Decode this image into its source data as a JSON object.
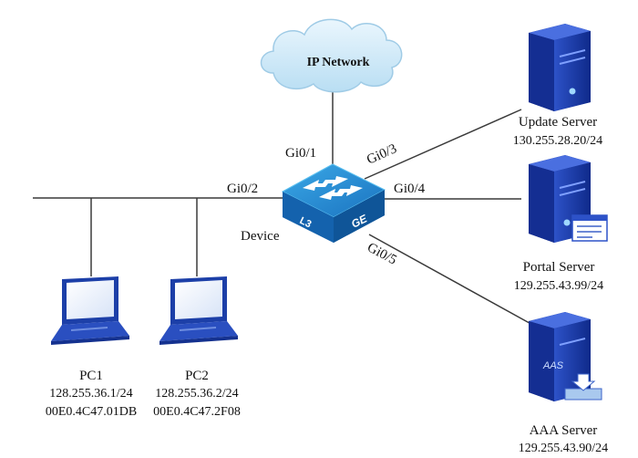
{
  "cloud": {
    "label": "IP Network"
  },
  "device": {
    "label": "Device",
    "badge_left": "L3",
    "badge_right": "GE"
  },
  "ports": {
    "gi01": "Gi0/1",
    "gi02": "Gi0/2",
    "gi03": "Gi0/3",
    "gi04": "Gi0/4",
    "gi05": "Gi0/5"
  },
  "servers": {
    "update": {
      "name": "Update Server",
      "ip": "130.255.28.20/24"
    },
    "portal": {
      "name": "Portal Server",
      "ip": "129.255.43.99/24"
    },
    "aaa": {
      "name": "AAA Server",
      "ip": "129.255.43.90/24",
      "tag": "AAS"
    }
  },
  "pcs": {
    "pc1": {
      "name": "PC1",
      "ip": "128.255.36.1/24",
      "mac": "00E0.4C47.01DB"
    },
    "pc2": {
      "name": "PC2",
      "ip": "128.255.36.2/24",
      "mac": "00E0.4C47.2F08"
    }
  },
  "colors": {
    "line": "#3a3a3a",
    "server": "#1f3fae",
    "laptop": "#2a4fc0",
    "switch": "#1e86c8",
    "cloud": "#cde9f7"
  }
}
